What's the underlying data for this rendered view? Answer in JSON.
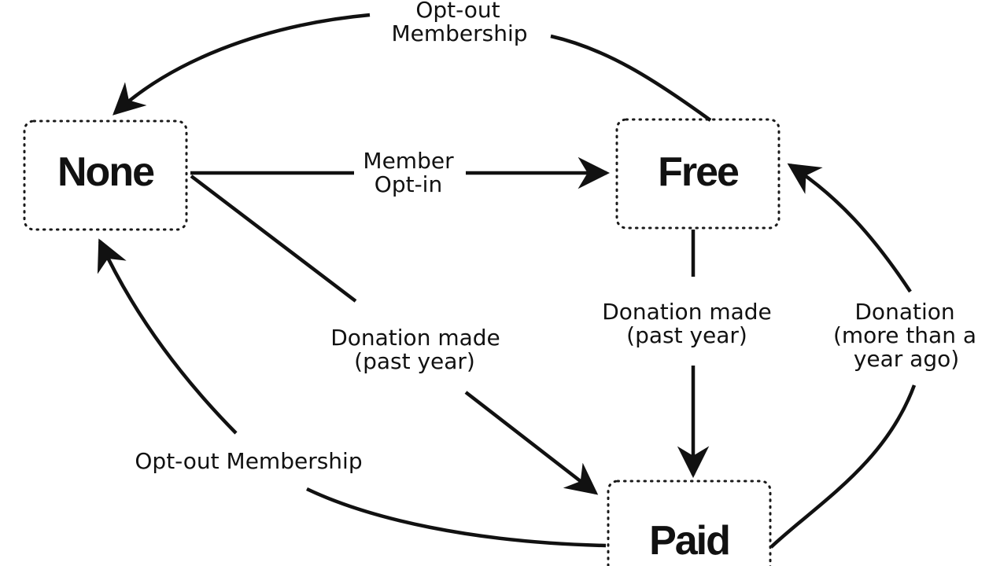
{
  "diagram": {
    "nodes": {
      "none": {
        "label": "None"
      },
      "free": {
        "label": "Free"
      },
      "paid": {
        "label": "Paid"
      }
    },
    "edges": {
      "none_to_free": {
        "line1": "Member",
        "line2": "Opt-in"
      },
      "free_to_none": {
        "line1": "Opt-out",
        "line2": "Membership"
      },
      "none_to_paid": {
        "line1": "Donation made",
        "line2": "(past year)"
      },
      "free_to_paid": {
        "line1": "Donation made",
        "line2": "(past year)"
      },
      "paid_to_free": {
        "line1": "Donation",
        "line2": "(more than a",
        "line3": "year ago)"
      },
      "paid_to_none": {
        "line1": "Opt-out Membership"
      }
    },
    "colors": {
      "ink": "#111111",
      "background": "#ffffff"
    }
  }
}
